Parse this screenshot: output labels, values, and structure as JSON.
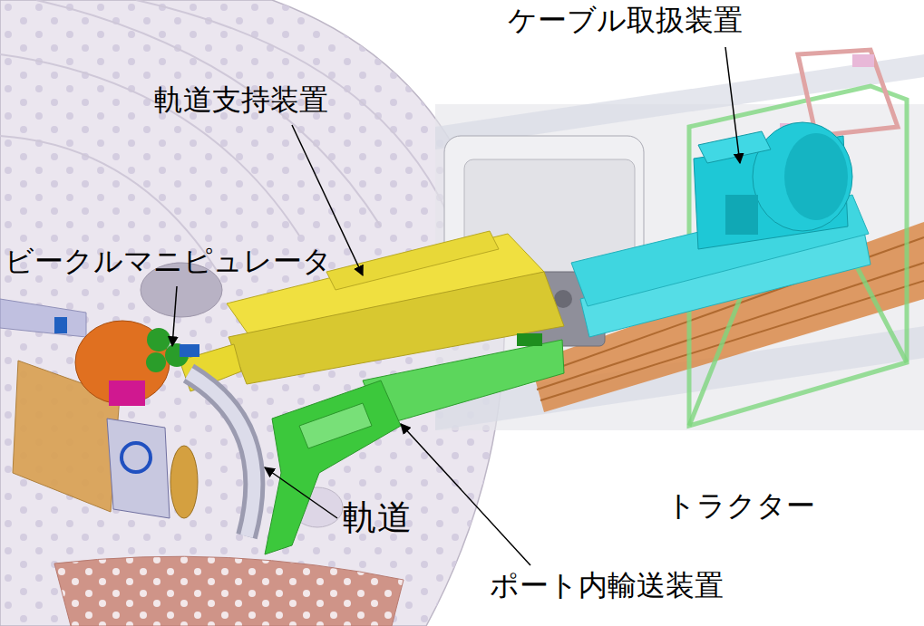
{
  "diagram": {
    "labels": [
      "ケーブル取扱装置",
      "軌道支持装置",
      "ビークルマニピュレータ",
      "軌道",
      "トラクター",
      "ポート内輸送装置"
    ]
  }
}
